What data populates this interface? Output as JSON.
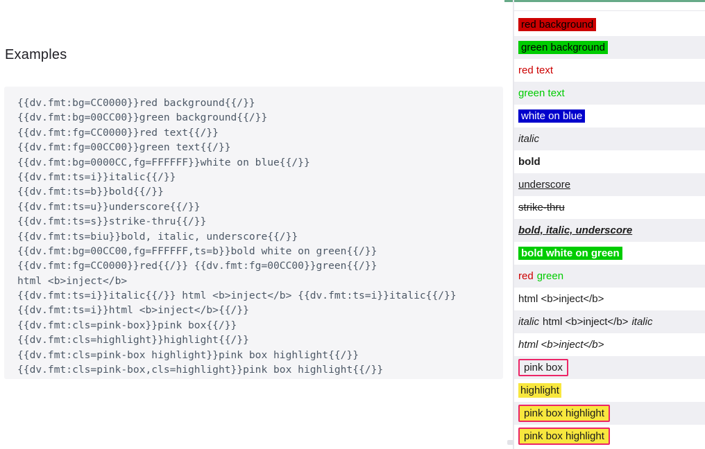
{
  "page": {
    "heading": "Examples"
  },
  "code_block": {
    "lines": [
      "{{dv.fmt:bg=CC0000}}red background{{/}}",
      "{{dv.fmt:bg=00CC00}}green background{{/}}",
      "{{dv.fmt:fg=CC0000}}red text{{/}}",
      "{{dv.fmt:fg=00CC00}}green text{{/}}",
      "{{dv.fmt:bg=0000CC,fg=FFFFFF}}white on blue{{/}}",
      "{{dv.fmt:ts=i}}italic{{/}}",
      "{{dv.fmt:ts=b}}bold{{/}}",
      "{{dv.fmt:ts=u}}underscore{{/}}",
      "{{dv.fmt:ts=s}}strike-thru{{/}}",
      "{{dv.fmt:ts=biu}}bold, italic, underscore{{/}}",
      "{{dv.fmt:bg=00CC00,fg=FFFFFF,ts=b}}bold white on green{{/}}",
      "{{dv.fmt:fg=CC0000}}red{{/}} {{dv.fmt:fg=00CC00}}green{{/}}",
      "html <b>inject</b>",
      "{{dv.fmt:ts=i}}italic{{/}} html <b>inject</b> {{dv.fmt:ts=i}}italic{{/}}",
      "{{dv.fmt:ts=i}}html <b>inject</b>{{/}}",
      "{{dv.fmt:cls=pink-box}}pink box{{/}}",
      "{{dv.fmt:cls=highlight}}highlight{{/}}",
      "{{dv.fmt:cls=pink-box highlight}}pink box highlight{{/}}",
      "{{dv.fmt:cls=pink-box,cls=highlight}}pink box highlight{{/}}"
    ]
  },
  "preview": {
    "rows": [
      {
        "label": "red background"
      },
      {
        "label": "green background"
      },
      {
        "label": "red text"
      },
      {
        "label": "green text"
      },
      {
        "label": "white on blue"
      },
      {
        "label": "italic"
      },
      {
        "label": "bold"
      },
      {
        "label": "underscore"
      },
      {
        "label": "strike-thru"
      },
      {
        "label": "bold, italic, underscore"
      },
      {
        "label": "bold white on green"
      },
      {
        "red_word": "red",
        "green_word": "green"
      },
      {
        "label": "html <b>inject</b>"
      },
      {
        "italic_pre": "italic",
        "middle": "html <b>inject</b>",
        "italic_post": "italic"
      },
      {
        "label": "html <b>inject</b>"
      },
      {
        "label": "pink box"
      },
      {
        "label": "highlight"
      },
      {
        "label": "pink box highlight"
      },
      {
        "label": "pink box highlight"
      }
    ]
  },
  "colors": {
    "red": "#CC0000",
    "green": "#00CC00",
    "blue": "#0000CC",
    "pink-border": "#ec2566",
    "highlight-yellow": "#f8e73e",
    "accent-bar": "#67aa88",
    "divider": "#e7e7ec",
    "stripe": "#efeff3",
    "code-bg": "#f5f5f7",
    "code-fg": "#4c5866",
    "text": "#1b1b1b"
  }
}
